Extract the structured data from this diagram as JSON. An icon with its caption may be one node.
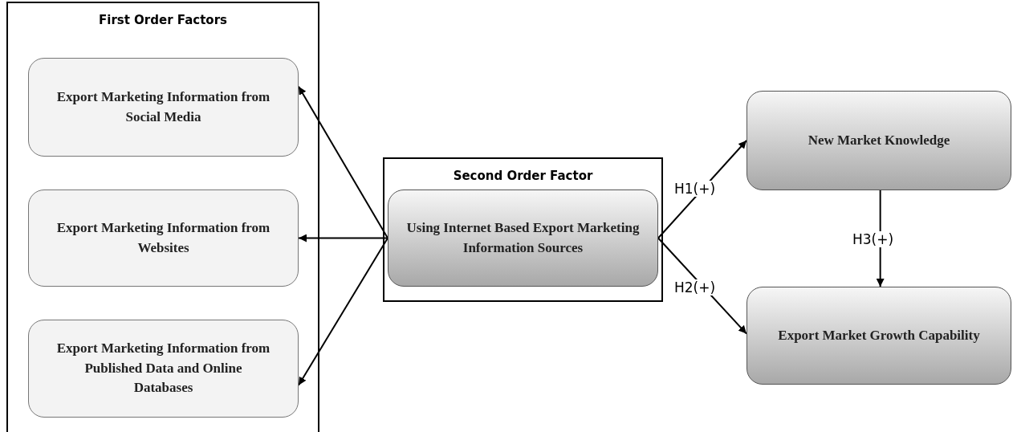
{
  "diagram": {
    "nodes": [
      {
        "text": [
          "First Order Factors"
        ]
      },
      {
        "text": [
          "Export Marketing Information from Social Media"
        ],
        "in": 0
      },
      {
        "text": [
          "Export Marketing Information from Websites"
        ],
        "in": 0
      },
      {
        "text": [
          "Export Marketing Information from Published Data and Online Databases"
        ],
        "in": 0
      },
      {
        "text": [
          "Second Order Factor"
        ]
      },
      {
        "text": [
          "Using Internet Based Export Marketing Information Sources"
        ],
        "in": 4
      },
      {
        "text": [
          "New Market Knowledge"
        ]
      },
      {
        "text": [
          "Export Market Growth Capability"
        ]
      }
    ],
    "edges": [
      {
        "from": 5,
        "to": 1,
        "arrow": "to"
      },
      {
        "from": 5,
        "to": 2,
        "arrow": "to"
      },
      {
        "from": 5,
        "to": 3,
        "arrow": "to"
      },
      {
        "from": 5,
        "to": 6,
        "arrow": "to",
        "label": "H1(+)"
      },
      {
        "from": 5,
        "to": 7,
        "arrow": "to",
        "label": "H2(+)"
      },
      {
        "from": 6,
        "to": 7,
        "arrow": "to",
        "label": "H3(+)"
      }
    ]
  }
}
